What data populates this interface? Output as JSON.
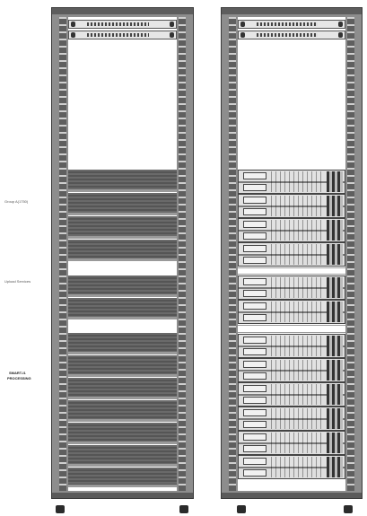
{
  "labels": {
    "group_a": "Group A(1750)",
    "group_b": "Upload Services",
    "group_c_line1": "SMART-I1",
    "group_c_line2": "PROCESSING"
  },
  "racks": [
    {
      "name": "left-rack",
      "style": "blanking-panels"
    },
    {
      "name": "right-rack",
      "style": "rack-servers"
    }
  ],
  "colors": {
    "rack_frame": "#8d8d8d",
    "rail": "#5f5f5f",
    "blank_panel": "#6a6a6a",
    "server_face": "#e2e2e2"
  }
}
